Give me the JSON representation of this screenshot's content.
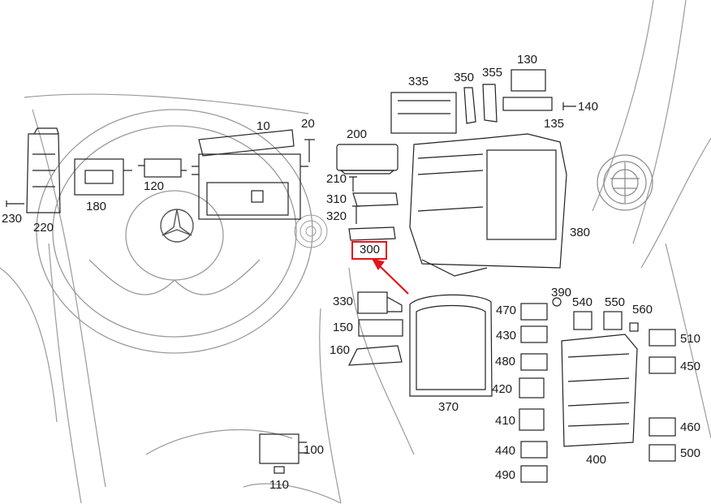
{
  "diagram": {
    "highlight_color": "#e4141b",
    "line_color": "#222222",
    "faint_line_color": "#9a9a9a",
    "highlighted_part": "300",
    "labels": {
      "p10": "10",
      "p20": "20",
      "p100": "100",
      "p110": "110",
      "p120": "120",
      "p130": "130",
      "p135": "135",
      "p140": "140",
      "p150": "150",
      "p160": "160",
      "p180": "180",
      "p200": "200",
      "p210": "210",
      "p220": "220",
      "p230": "230",
      "p300": "300",
      "p310": "310",
      "p320": "320",
      "p330": "330",
      "p335": "335",
      "p350": "350",
      "p355": "355",
      "p370": "370",
      "p380": "380",
      "p390": "390",
      "p400": "400",
      "p410": "410",
      "p420": "420",
      "p430": "430",
      "p440": "440",
      "p450": "450",
      "p460": "460",
      "p470": "470",
      "p480": "480",
      "p490": "490",
      "p500": "500",
      "p510": "510",
      "p540": "540",
      "p550": "550",
      "p560": "560"
    }
  }
}
